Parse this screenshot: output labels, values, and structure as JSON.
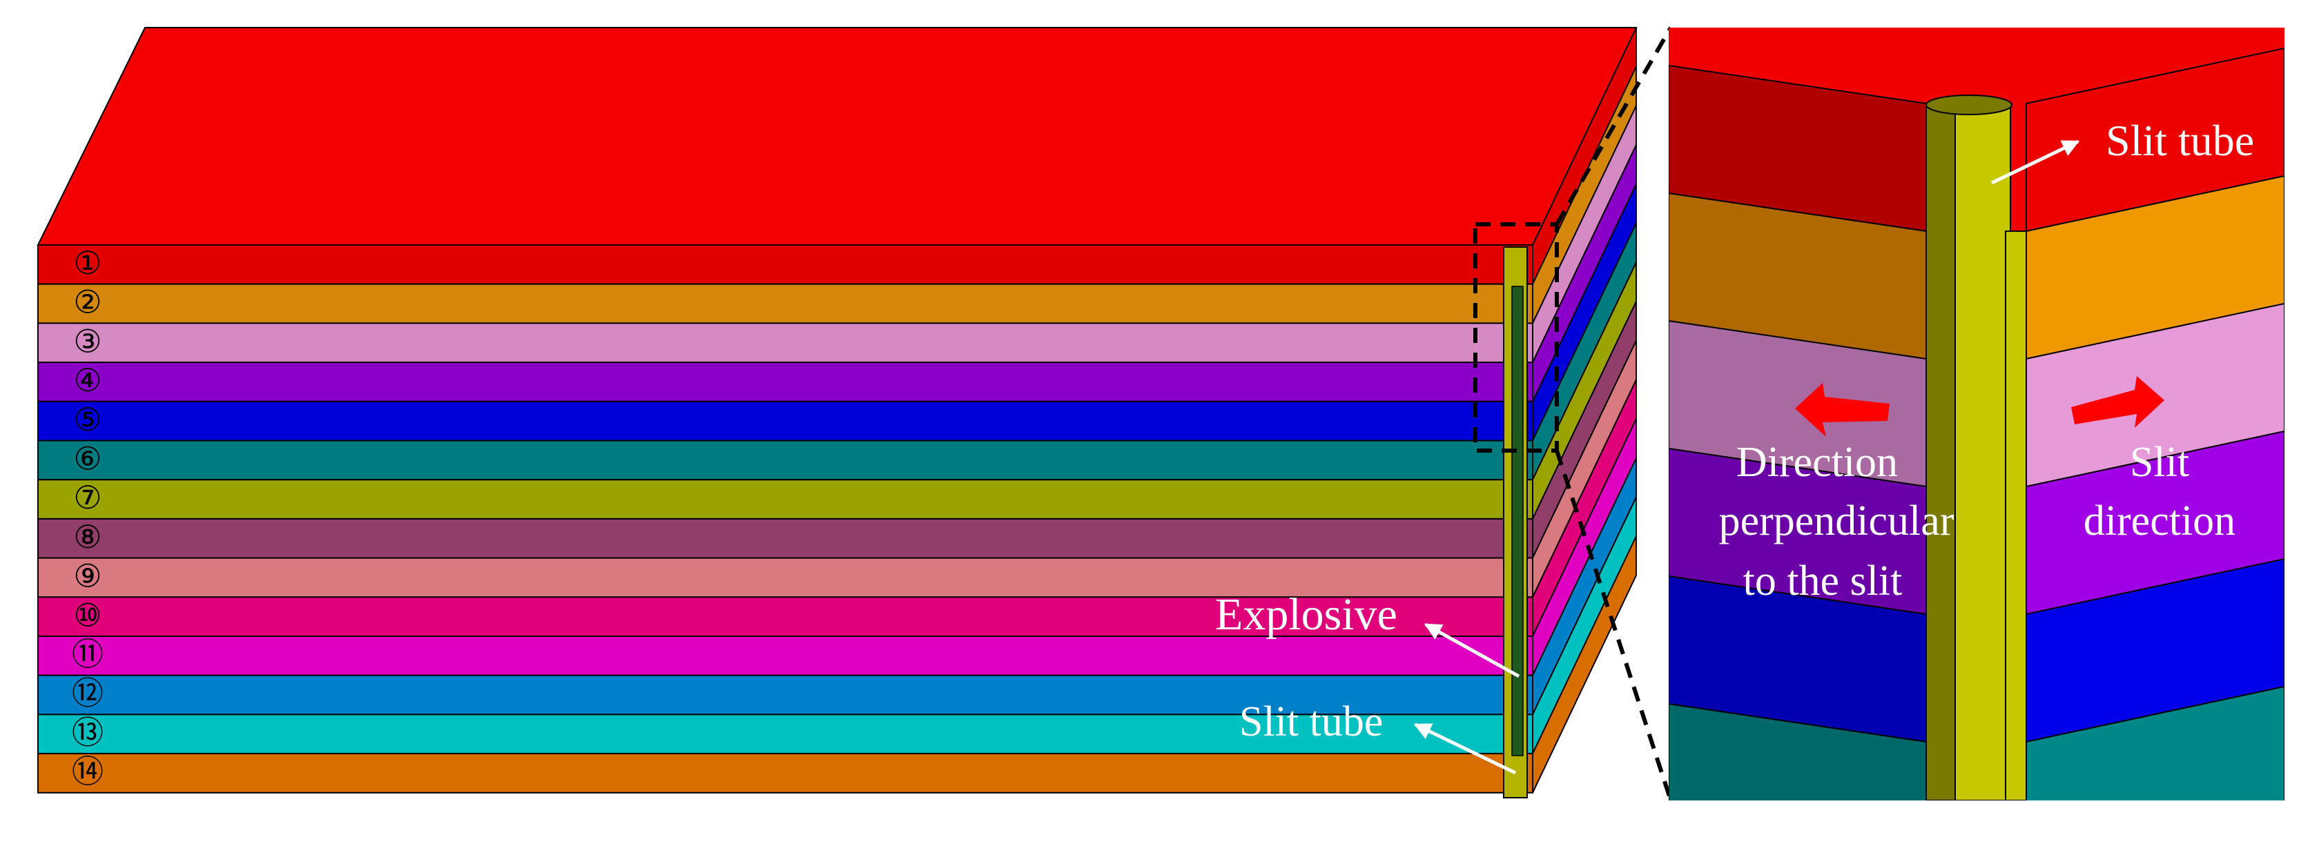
{
  "layers": [
    {
      "label": "①",
      "color": "#e00000"
    },
    {
      "label": "②",
      "color": "#d4870a"
    },
    {
      "label": "③",
      "color": "#d68ac4"
    },
    {
      "label": "④",
      "color": "#8b00c8"
    },
    {
      "label": "⑤",
      "color": "#0000d8"
    },
    {
      "label": "⑥",
      "color": "#007c80"
    },
    {
      "label": "⑦",
      "color": "#9aa300"
    },
    {
      "label": "⑧",
      "color": "#923e6a"
    },
    {
      "label": "⑨",
      "color": "#d87a80"
    },
    {
      "label": "⑩",
      "color": "#e0007a"
    },
    {
      "label": "⑪",
      "color": "#e000c0"
    },
    {
      "label": "⑫",
      "color": "#0080c8"
    },
    {
      "label": "⑬",
      "color": "#00c0c0"
    },
    {
      "label": "⑭",
      "color": "#d86e00"
    }
  ],
  "top_face_color": "#f50000",
  "tube_color": "#b4b400",
  "explosive_color": "#1e5a1e",
  "annotations": {
    "explosive": "Explosive",
    "slit_tube_left": "Slit tube",
    "slit_tube_right": "Slit tube",
    "perpendicular_line1": "Direction",
    "perpendicular_line2": "perpendicular",
    "perpendicular_line3": "to the slit",
    "slit_direction_line1": "Slit",
    "slit_direction_line2": "direction"
  },
  "zoom_colors": {
    "top": "#f00000",
    "bands_left": [
      "#b00000",
      "#b06800",
      "#a86aa0",
      "#6a00a8",
      "#0000b0",
      "#006868"
    ],
    "bands_right": [
      "#ec0000",
      "#f09800",
      "#e69ad8",
      "#a000e6",
      "#0000ea",
      "#008888"
    ],
    "arrow": "#ff0000",
    "tube_light": "#c8c800",
    "tube_dark": "#7a7a00"
  }
}
